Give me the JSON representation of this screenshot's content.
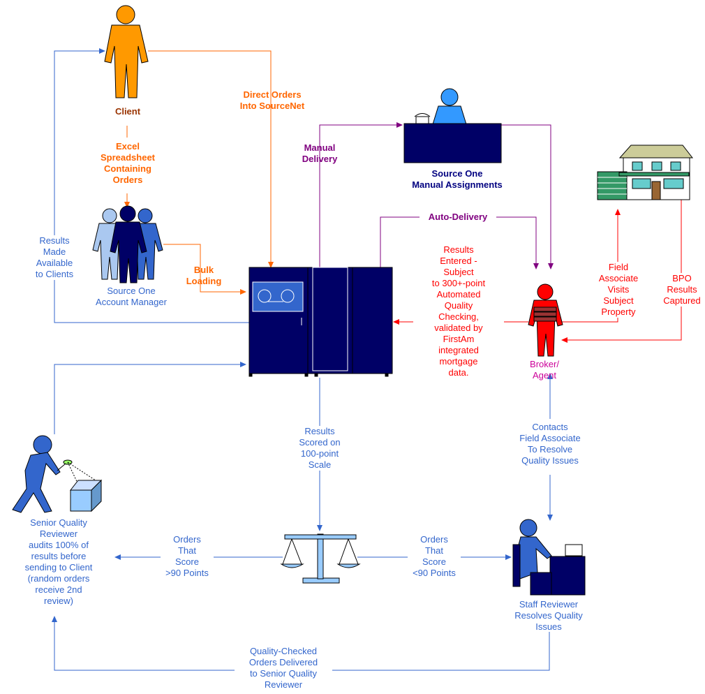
{
  "nodes": {
    "client": "Client",
    "account_manager": "Source One\nAccount Manager",
    "manual_assignments": "Source One\nManual Assignments",
    "broker": "Broker/\nAgent",
    "senior_reviewer": "Senior Quality\nReviewer\naudits 100% of\nresults before\nsending to Client\n(random orders\nreceive 2nd\nreview)",
    "staff_reviewer": "Staff Reviewer\nResolves Quality\nIssues"
  },
  "edges": {
    "direct_orders": "Direct Orders\nInto SourceNet",
    "excel": "Excel\nSpreadsheet\nContaining\nOrders",
    "bulk_loading": "Bulk\nLoading",
    "manual_delivery": "Manual\nDelivery",
    "auto_delivery": "Auto-Delivery",
    "results_available": "Results\nMade\nAvailable\nto Clients",
    "results_entered": "Results\nEntered -\nSubject\nto 300+-point\nAutomated\nQuality\nChecking,\nvalidated by\nFirstAm\nintegrated\nmortgage\ndata.",
    "field_associate": "Field\nAssociate\nVisits\nSubject\nProperty",
    "bpo_results": "BPO\nResults\nCaptured",
    "results_scored": "Results\nScored on\n100-point\nScale",
    "contacts_field": "Contacts\nField Associate\nTo Resolve\nQuality Issues",
    "orders_above": "Orders\nThat\nScore\n>90 Points",
    "orders_below": "Orders\nThat\nScore\n<90 Points",
    "quality_checked": "Quality-Checked\nOrders Delivered\nto Senior Quality\nReviewer"
  },
  "colors": {
    "blue": "#3366cc",
    "orange": "#ff6600",
    "purple": "#800080",
    "red": "#ff0000",
    "navy": "#000066"
  }
}
